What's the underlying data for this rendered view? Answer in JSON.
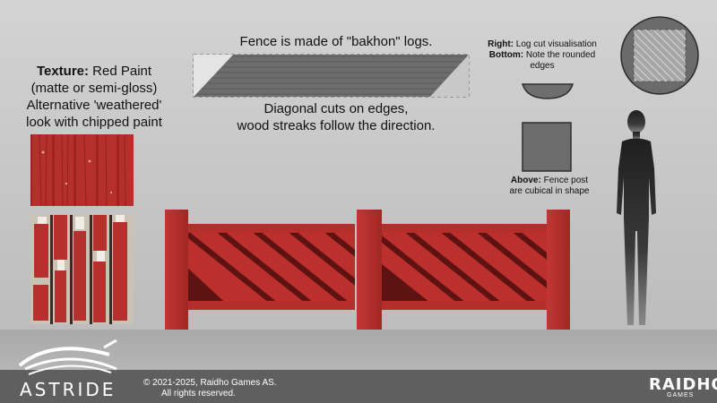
{
  "texture": {
    "label_bold": "Texture:",
    "label_rest": " Red Paint",
    "line2": "(matte or semi-gloss)",
    "line3": "Alternative 'weathered'",
    "line4": "look with chipped paint"
  },
  "log": {
    "title": "Fence is made of \"bakhon\" logs.",
    "desc_line1": "Diagonal cuts on edges,",
    "desc_line2": "wood streaks follow the direction."
  },
  "log_cut": {
    "right_bold": "Right:",
    "right_text": " Log cut visualisation",
    "bottom_bold": "Bottom:",
    "bottom_text": " Note the rounded",
    "bottom_text2": "edges"
  },
  "post": {
    "above_bold": "Above:",
    "above_text": " Fence post",
    "above_text2": "are cubical in shape"
  },
  "footer": {
    "logo": "ASTRIDE",
    "copyright_line1": "© 2021-2025, Raidho Games AS.",
    "copyright_line2": "All rights reserved.",
    "brand": "RAIDHO",
    "brand_sub": "GAMES"
  },
  "colors": {
    "fence_red": "#b8312e",
    "fence_dark": "#6e1212",
    "post_red": "#b02b2a",
    "silhouette": "#2a2a2a"
  }
}
